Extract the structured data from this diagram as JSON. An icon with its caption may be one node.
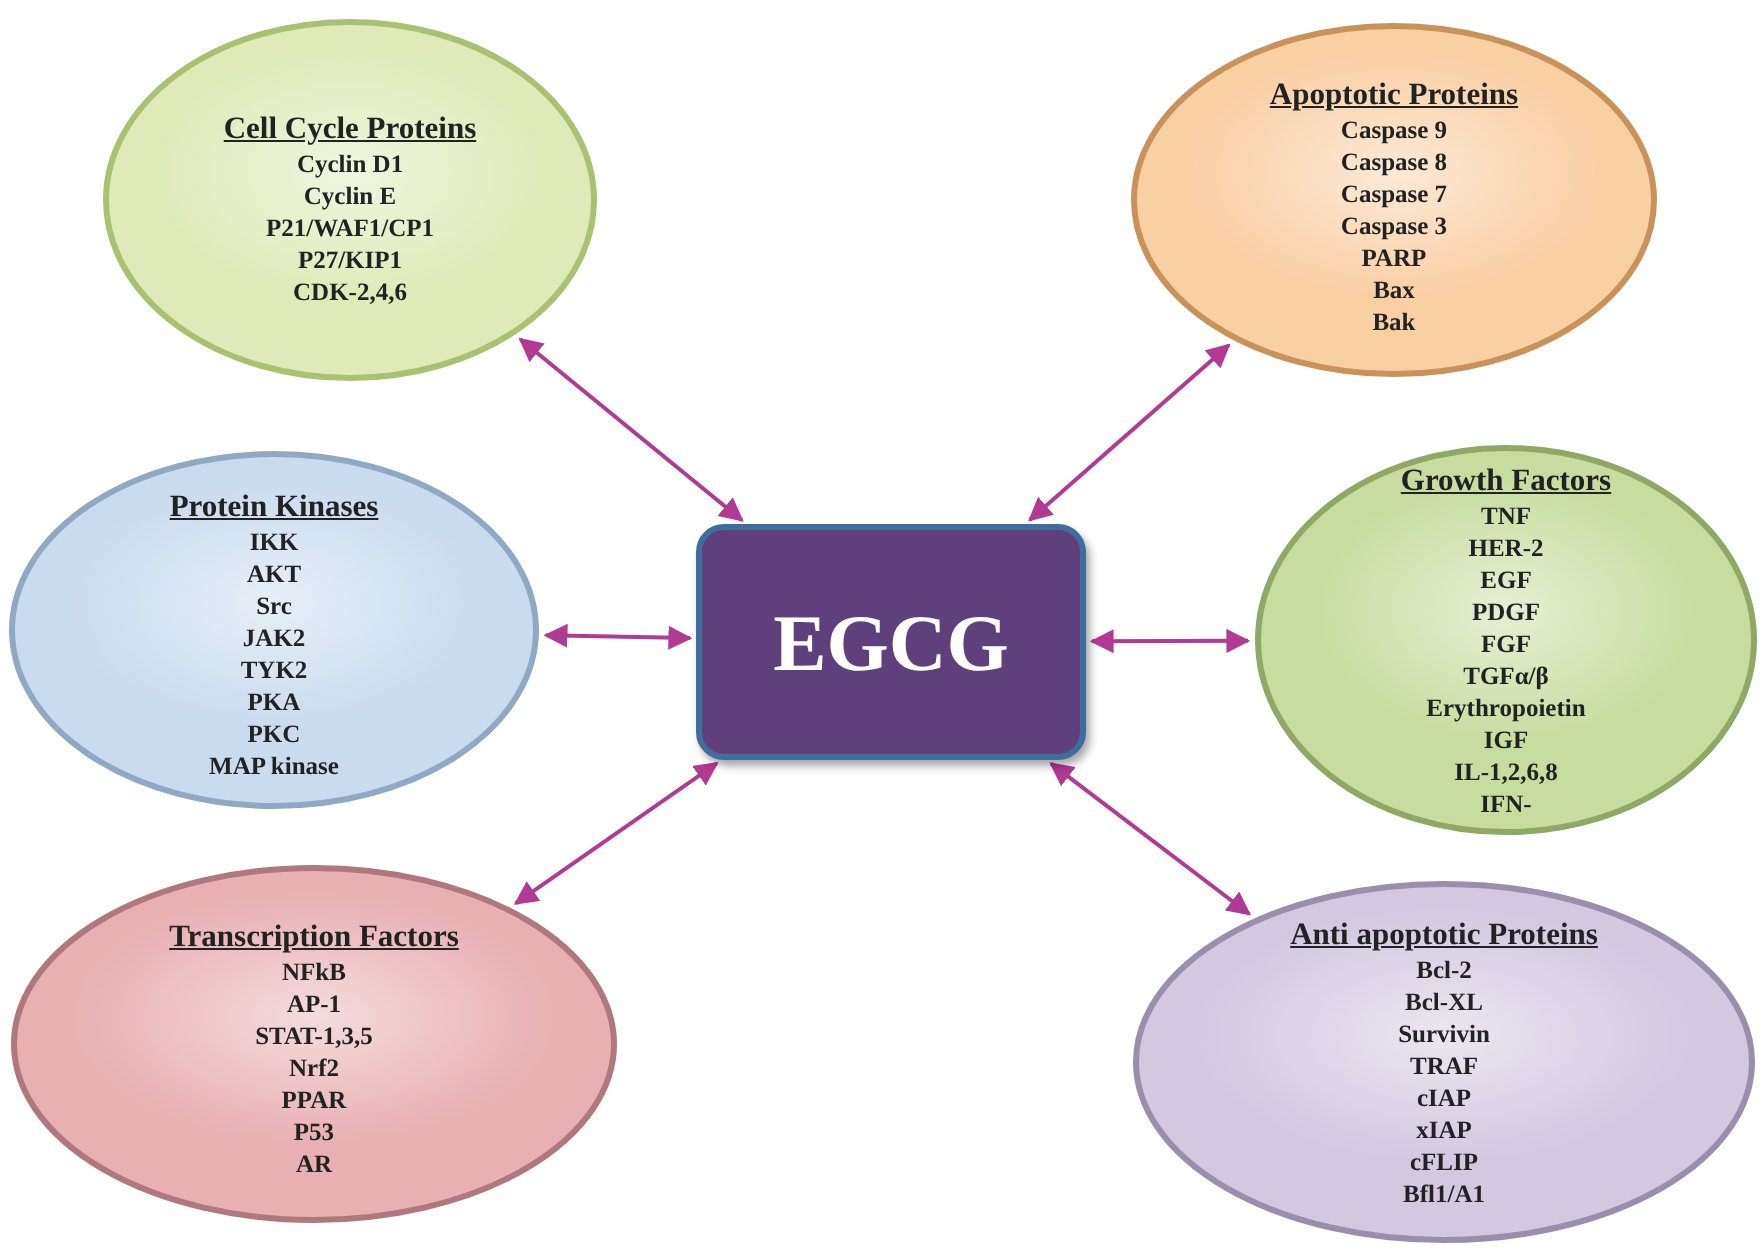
{
  "diagram": {
    "nodes": [
      {
        "text": [
          "Cell Cycle Proteins",
          "Cyclin D1",
          "Cyclin E",
          "P21/WAF1/CP1",
          "P27/KIP1",
          "CDK-2,4,6"
        ]
      },
      {
        "text": [
          "Apoptotic Proteins",
          "Caspase 9",
          "Caspase 8",
          "Caspase 7",
          "Caspase 3",
          "PARP",
          "Bax",
          "Bak"
        ]
      },
      {
        "text": [
          "Protein Kinases",
          "IKK",
          "AKT",
          "Src",
          "JAK2",
          "TYK2",
          "PKA",
          "PKC",
          "MAP kinase"
        ]
      },
      {
        "text": [
          "EGCG"
        ]
      },
      {
        "text": [
          "Growth Factors",
          "TNF",
          "HER-2",
          "EGF",
          "PDGF",
          "FGF",
          "TGFα/β",
          "Erythropoietin",
          "IGF",
          "IL-1,2,6,8",
          "IFN-"
        ]
      },
      {
        "text": [
          "Transcription Factors",
          "NFkB",
          "AP-1",
          "STAT-1,3,5",
          "Nrf2",
          "PPAR",
          "P53",
          "AR"
        ]
      },
      {
        "text": [
          "Anti apoptotic Proteins",
          "Bcl-2",
          "Bcl-XL",
          "Survivin",
          "TRAF",
          "cIAP",
          "xIAP",
          "cFLIP",
          "Bfl1/A1"
        ]
      }
    ],
    "edges": [
      {
        "from": 3,
        "to": 0,
        "arrow": "both"
      },
      {
        "from": 3,
        "to": 1,
        "arrow": "both"
      },
      {
        "from": 3,
        "to": 2,
        "arrow": "both"
      },
      {
        "from": 3,
        "to": 4,
        "arrow": "both"
      },
      {
        "from": 3,
        "to": 5,
        "arrow": "both"
      },
      {
        "from": 3,
        "to": 6,
        "arrow": "both"
      }
    ]
  }
}
